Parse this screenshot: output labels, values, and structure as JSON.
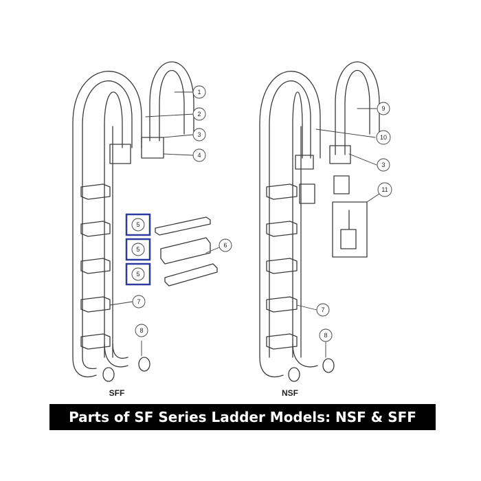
{
  "caption": "Parts of SF Series Ladder Models: NSF & SFF",
  "models": {
    "left": "SFF",
    "right": "NSF"
  },
  "callouts": {
    "c1": "1",
    "c2": "2",
    "c3": "3",
    "c4": "4",
    "c5a": "5",
    "c5b": "5",
    "c5c": "5",
    "c6": "6",
    "c7": "7",
    "c8": "8",
    "c9": "9",
    "c10": "10",
    "c3b": "3",
    "c11": "11",
    "c7b": "7",
    "c8b": "8"
  },
  "colors": {
    "line": "#3a3a3a",
    "highlight_box": "#2f3a9e",
    "caption_bg": "#000000",
    "caption_text": "#ffffff"
  }
}
